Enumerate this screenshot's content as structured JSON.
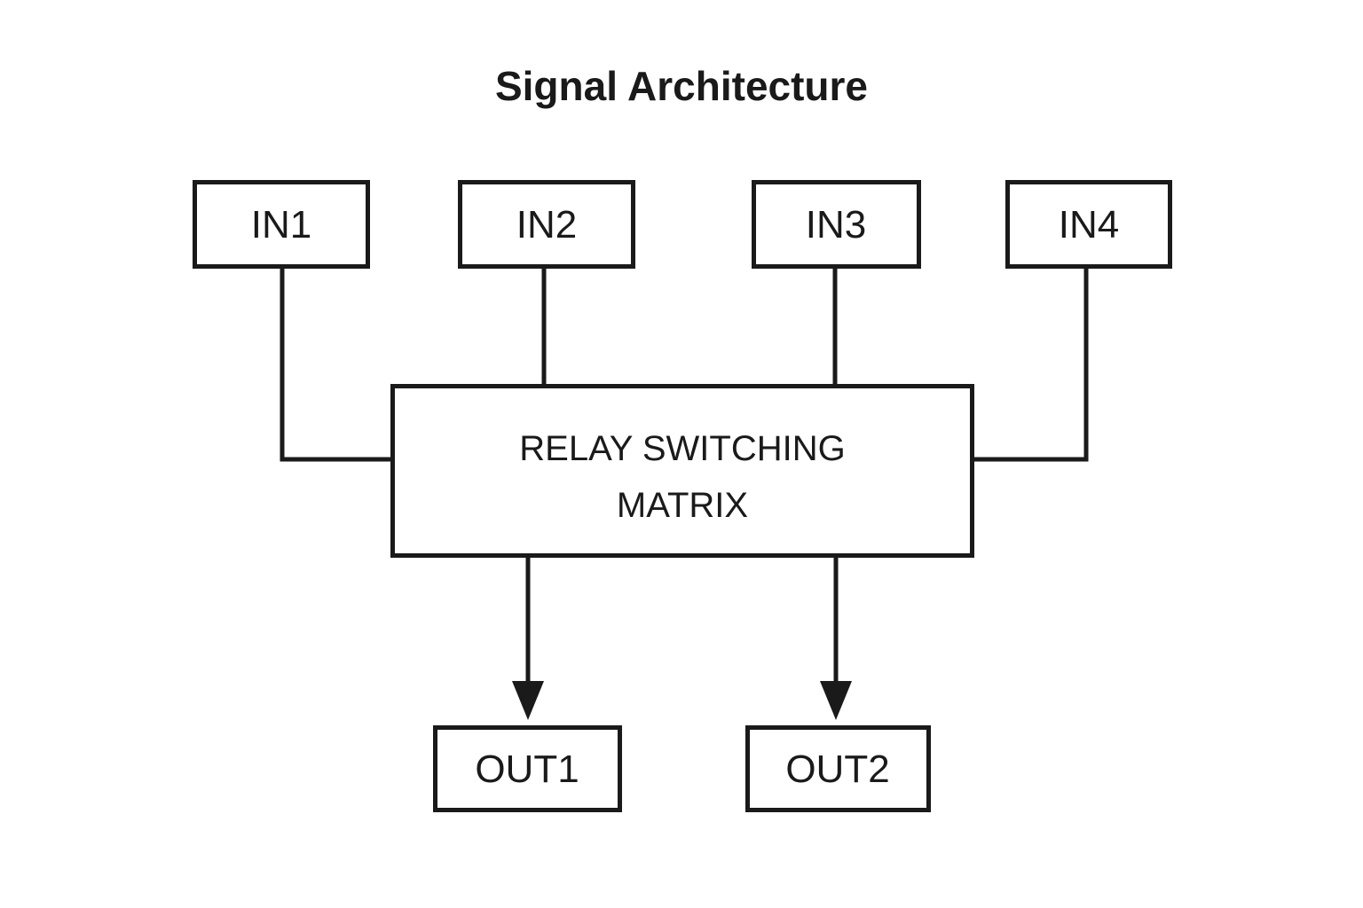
{
  "title": "Signal Architecture",
  "diagram": {
    "type": "block-diagram",
    "orientation": "top-down",
    "background_color": "#ffffff",
    "line_color": "#1a1a1a",
    "text_color": "#1a1a1a",
    "inputs": [
      {
        "id": "in1",
        "label": "IN1"
      },
      {
        "id": "in2",
        "label": "IN2"
      },
      {
        "id": "in3",
        "label": "IN3"
      },
      {
        "id": "in4",
        "label": "IN4"
      }
    ],
    "processor": {
      "id": "relay-matrix",
      "label_line1": "RELAY SWITCHING",
      "label_line2": "MATRIX"
    },
    "outputs": [
      {
        "id": "out1",
        "label": "OUT1"
      },
      {
        "id": "out2",
        "label": "OUT2"
      }
    ],
    "connections": [
      {
        "from": "IN1",
        "to": "RELAY SWITCHING MATRIX",
        "style": "elbow-left",
        "arrow": false
      },
      {
        "from": "IN2",
        "to": "RELAY SWITCHING MATRIX",
        "style": "straight-down",
        "arrow": false
      },
      {
        "from": "IN3",
        "to": "RELAY SWITCHING MATRIX",
        "style": "straight-down",
        "arrow": false
      },
      {
        "from": "IN4",
        "to": "RELAY SWITCHING MATRIX",
        "style": "elbow-right",
        "arrow": false
      },
      {
        "from": "RELAY SWITCHING MATRIX",
        "to": "OUT1",
        "style": "straight-down",
        "arrow": true
      },
      {
        "from": "RELAY SWITCHING MATRIX",
        "to": "OUT2",
        "style": "straight-down",
        "arrow": true
      }
    ]
  }
}
